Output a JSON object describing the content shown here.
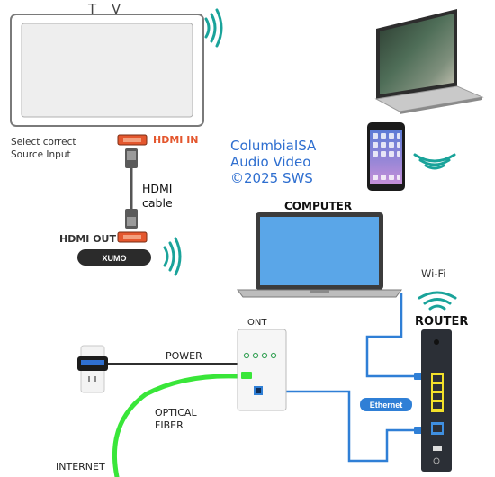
{
  "labels": {
    "tv": "T V",
    "select_source": "Select correct\nSource Input",
    "hdmi_in": "HDMI IN",
    "hdmi_cable": "HDMI\ncable",
    "hdmi_out": "HDMI OUT",
    "xumo": "XUMO",
    "brand": "ColumbiaISA\nAudio Video\n©2025  SWS",
    "computer": "COMPUTER",
    "wifi": "Wi-Fi",
    "router": "ROUTER",
    "ont": "ONT",
    "power": "POWER",
    "optical_fiber": "OPTICAL\nFIBER",
    "internet": "INTERNET",
    "ethernet": "Ethernet"
  },
  "colors": {
    "wifi": "#1aa39a",
    "fiber": "#39e639",
    "ethernet": "#2f7fd6",
    "hdmi_port": "#e4572e",
    "brand_text": "#2f6fd0",
    "device_gray": "#d9d9d9",
    "router_body": "#2b2f36"
  }
}
